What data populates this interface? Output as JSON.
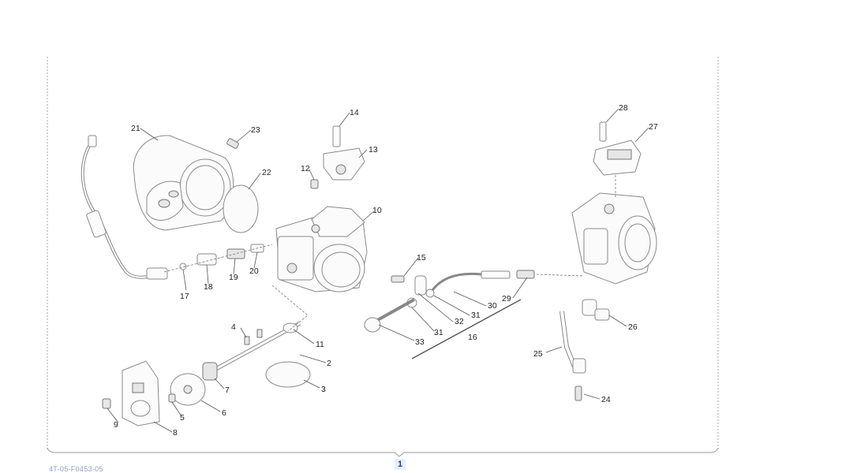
{
  "figure": {
    "part_labels": [
      "1",
      "2",
      "3",
      "4",
      "5",
      "6",
      "7",
      "8",
      "9",
      "10",
      "11",
      "12",
      "13",
      "14",
      "15",
      "16",
      "17",
      "18",
      "19",
      "20",
      "21",
      "22",
      "23",
      "24",
      "25",
      "26",
      "27",
      "28",
      "29",
      "30",
      "31",
      "31",
      "32",
      "33"
    ],
    "page_number": "1",
    "drawing_code": "4T-05-F0453-05"
  }
}
